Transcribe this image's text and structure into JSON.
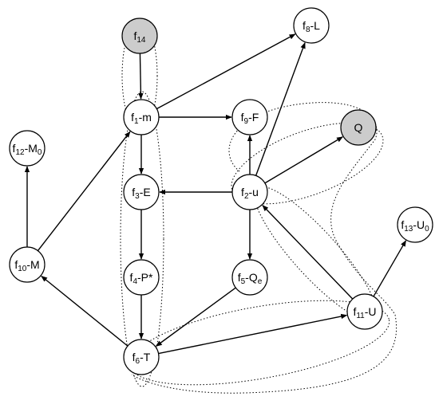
{
  "colors": {
    "node_fill": "#ffffff",
    "shaded_fill": "#cccccc",
    "stroke": "#000000"
  },
  "nodes": [
    {
      "id": "f14",
      "base": "f",
      "sub": "14",
      "suffix": "",
      "suffix_sub": "",
      "shaded": true
    },
    {
      "id": "f8",
      "base": "f",
      "sub": "8",
      "suffix": "-L",
      "suffix_sub": "",
      "shaded": false
    },
    {
      "id": "f1",
      "base": "f",
      "sub": "1",
      "suffix": "-m",
      "suffix_sub": "",
      "shaded": false
    },
    {
      "id": "f9",
      "base": "f",
      "sub": "9",
      "suffix": "-F",
      "suffix_sub": "",
      "shaded": false
    },
    {
      "id": "Q",
      "base": "Q",
      "sub": "",
      "suffix": "",
      "suffix_sub": "",
      "shaded": true
    },
    {
      "id": "f12",
      "base": "f",
      "sub": "12",
      "suffix": "-M",
      "suffix_sub": "0",
      "shaded": false
    },
    {
      "id": "f3",
      "base": "f",
      "sub": "3",
      "suffix": "-E",
      "suffix_sub": "",
      "shaded": false
    },
    {
      "id": "f2",
      "base": "f",
      "sub": "2",
      "suffix": "-u",
      "suffix_sub": "",
      "shaded": false
    },
    {
      "id": "f13",
      "base": "f",
      "sub": "13",
      "suffix": "-U",
      "suffix_sub": "0",
      "shaded": false
    },
    {
      "id": "f10",
      "base": "f",
      "sub": "10",
      "suffix": "-M",
      "suffix_sub": "",
      "shaded": false
    },
    {
      "id": "f4",
      "base": "f",
      "sub": "4",
      "suffix": "-P*",
      "suffix_sub": "",
      "shaded": false
    },
    {
      "id": "f5",
      "base": "f",
      "sub": "5",
      "suffix": "-Q",
      "suffix_sub": "e",
      "shaded": false
    },
    {
      "id": "f11",
      "base": "f",
      "sub": "11",
      "suffix": "-U",
      "suffix_sub": "",
      "shaded": false
    },
    {
      "id": "f6",
      "base": "f",
      "sub": "6",
      "suffix": "-T",
      "suffix_sub": "",
      "shaded": false
    }
  ],
  "edges": [
    {
      "from": "f14",
      "to": "f1"
    },
    {
      "from": "f1",
      "to": "f8"
    },
    {
      "from": "f1",
      "to": "f9"
    },
    {
      "from": "f1",
      "to": "f3"
    },
    {
      "from": "f3",
      "to": "f4"
    },
    {
      "from": "f4",
      "to": "f6"
    },
    {
      "from": "f2",
      "to": "f3"
    },
    {
      "from": "f2",
      "to": "f8"
    },
    {
      "from": "f2",
      "to": "f9"
    },
    {
      "from": "f2",
      "to": "Q"
    },
    {
      "from": "f2",
      "to": "f5"
    },
    {
      "from": "f10",
      "to": "f12"
    },
    {
      "from": "f10",
      "to": "f1"
    },
    {
      "from": "f6",
      "to": "f10"
    },
    {
      "from": "f5",
      "to": "f6"
    },
    {
      "from": "f6",
      "to": "f11"
    },
    {
      "from": "f11",
      "to": "f2"
    },
    {
      "from": "f11",
      "to": "f13"
    }
  ]
}
